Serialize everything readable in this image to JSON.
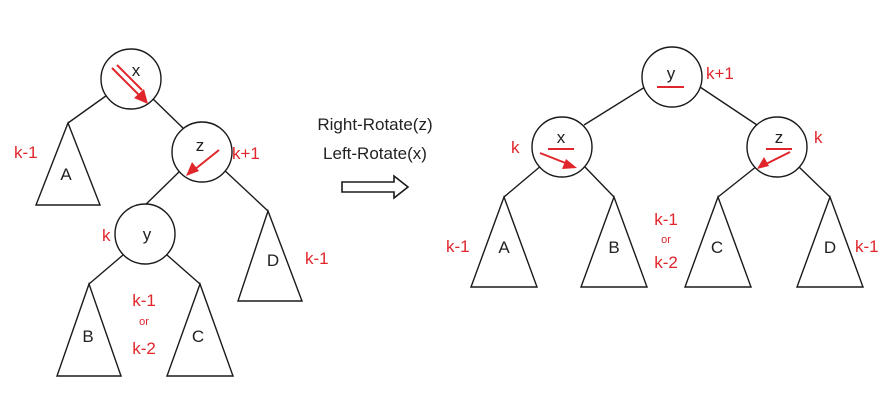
{
  "left_tree": {
    "nodes": {
      "x": "x",
      "z": "z",
      "y": "y"
    },
    "subtrees": {
      "A": "A",
      "B": "B",
      "C": "C",
      "D": "D"
    },
    "ranks": {
      "A": "k-1",
      "z": "k+1",
      "y": "k",
      "D": "k-1",
      "between_top": "k-1",
      "between_or": "or",
      "between_bottom": "k-2"
    }
  },
  "operation": {
    "line1": "Right-Rotate(z)",
    "line2": "Left-Rotate(x)"
  },
  "right_tree": {
    "nodes": {
      "y": "y",
      "x": "x",
      "z": "z"
    },
    "subtrees": {
      "A": "A",
      "B": "B",
      "C": "C",
      "D": "D"
    },
    "ranks": {
      "y": "k+1",
      "x": "k",
      "z": "k",
      "A": "k-1",
      "D": "k-1",
      "between_top": "k-1",
      "between_or": "or",
      "between_bottom": "k-2"
    }
  },
  "colors": {
    "rank": "#e0262b",
    "line": "#1a1a1a"
  }
}
